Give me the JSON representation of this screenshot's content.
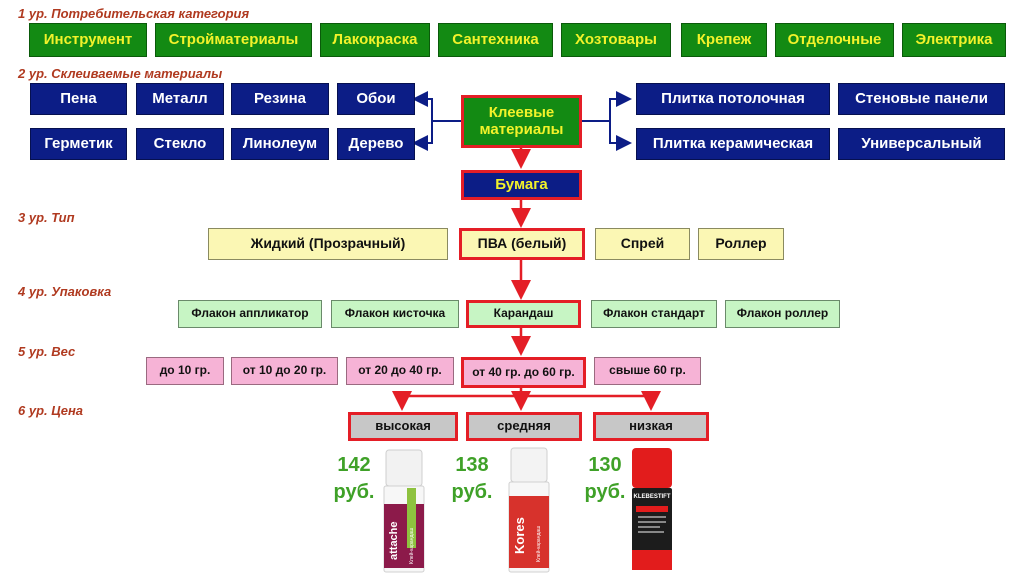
{
  "levels": {
    "l1": "1 ур. Потребительская категория",
    "l2": "2 ур. Склеиваемые материалы",
    "l3": "3 ур. Тип",
    "l4": "4 ур. Упаковка",
    "l5": "5 ур. Вес",
    "l6": "6 ур. Цена"
  },
  "level1": [
    "Инструмент",
    "Стройматериалы",
    "Лакокраска",
    "Сантехника",
    "Хозтовары",
    "Крепеж",
    "Отделочные",
    "Электрика"
  ],
  "level2_left": [
    "Пена",
    "Металл",
    "Резина",
    "Обои",
    "Герметик",
    "Стекло",
    "Линолеум",
    "Дерево"
  ],
  "level2_right": [
    "Плитка потолочная",
    "Стеновые панели",
    "Плитка керамическая",
    "Универсальный"
  ],
  "center_glue": "Клеевые материалы",
  "center_paper": "Бумага",
  "level3": [
    "Жидкий (Прозрачный)",
    "ПВА (белый)",
    "Спрей",
    "Роллер"
  ],
  "level4": [
    "Флакон аппликатор",
    "Флакон кисточка",
    "Карандаш",
    "Флакон стандарт",
    "Флакон роллер"
  ],
  "level5": [
    "до 10 гр.",
    "от 10 до 20 гр.",
    "от 20 до 40 гр.",
    "от 40 гр. до 60 гр.",
    "свыше 60 гр."
  ],
  "level6": [
    "высокая",
    "средняя",
    "низкая"
  ],
  "prices": [
    {
      "amount": "142",
      "unit": "руб."
    },
    {
      "amount": "138",
      "unit": "руб."
    },
    {
      "amount": "130",
      "unit": "руб."
    }
  ],
  "products": [
    {
      "brand": "attache",
      "label": "Клей-карандаш"
    },
    {
      "brand": "Kores",
      "label": "Клей-карандаш"
    },
    {
      "brand": "KLEBESTIFT",
      "label": ""
    }
  ],
  "colors": {
    "line": "#e41e26",
    "blue_line": "#0c1d86",
    "price": "#3fa128"
  }
}
